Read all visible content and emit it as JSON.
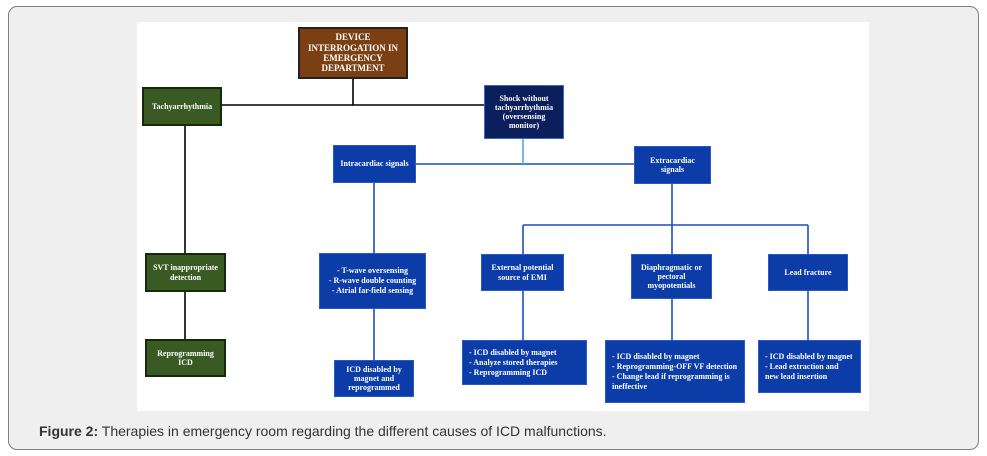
{
  "nodes": {
    "device_interrogation": "DEVICE INTERROGATION IN EMERGENCY DEPARTMENT",
    "tachyarrhythmia": "Tachyarrhythmia",
    "shock_without": "Shock without tachyarrhythmia (oversensing monitor)",
    "intracardiac": "Intracardiac signals",
    "extracardiac": "Extracardiac signals",
    "svt": "SVT inappropriate detection",
    "reprogramming_icd": "Reprogramming ICD",
    "intracardiac_causes": [
      "- T-wave oversensing",
      "- R-wave double counting",
      "- Atrial far-field sensing"
    ],
    "icd_disabled_reprogrammed": "ICD disabled by magnet and reprogrammed",
    "external_emi": "External potential source of EMI",
    "diaphragmatic": "Diaphragmatic or pectoral myopotentials",
    "lead_fracture": "Lead fracture",
    "emi_actions": [
      "- ICD disabled by magnet",
      "- Analyze stored therapies",
      "- Reprogramming ICD"
    ],
    "myopotential_actions": [
      "- ICD disabled by magnet",
      "- Reprogramming-OFF VF detection",
      "- Change lead if reprogramming is ineffective"
    ],
    "lead_actions": [
      "- ICD disabled by magnet",
      "- Lead extraction and new lead insertion"
    ]
  },
  "caption": {
    "label": "Figure 2:",
    "text": " Therapies in emergency room regarding the different causes of ICD malfunctions."
  },
  "colors": {
    "brown": "#7a3f12",
    "green": "#395b23",
    "navy": "#0a1f5c",
    "blue": "#0b3ca8"
  }
}
